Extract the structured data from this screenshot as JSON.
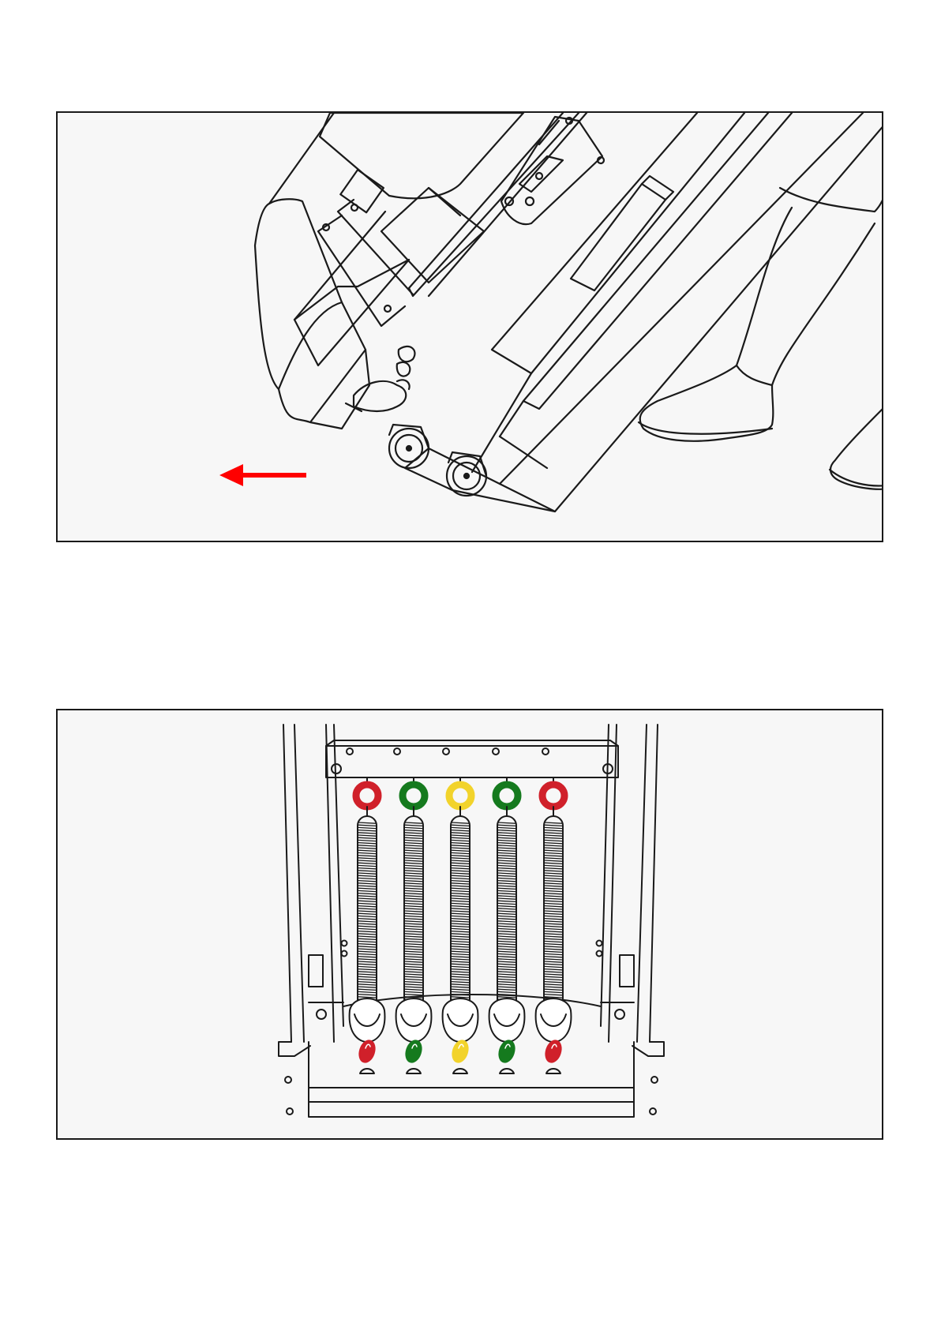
{
  "figure": {
    "panels": [
      {
        "id": "top",
        "content": "treadmill-tilted-on-wheels"
      },
      {
        "id": "bottom",
        "content": "spring-rack-front-view"
      }
    ],
    "direction_arrow": {
      "direction": "left",
      "color": "#ff0000"
    },
    "springs": [
      {
        "ring": "red",
        "tag": "red"
      },
      {
        "ring": "green",
        "tag": "green"
      },
      {
        "ring": "yellow",
        "tag": "yellow"
      },
      {
        "ring": "green",
        "tag": "green"
      },
      {
        "ring": "red",
        "tag": "red"
      }
    ],
    "colors": {
      "red": "#d0202a",
      "green": "#157a1e",
      "yellow": "#f2d32b",
      "line": "#1a1a1a",
      "panel_bg": "#f7f7f7"
    }
  }
}
